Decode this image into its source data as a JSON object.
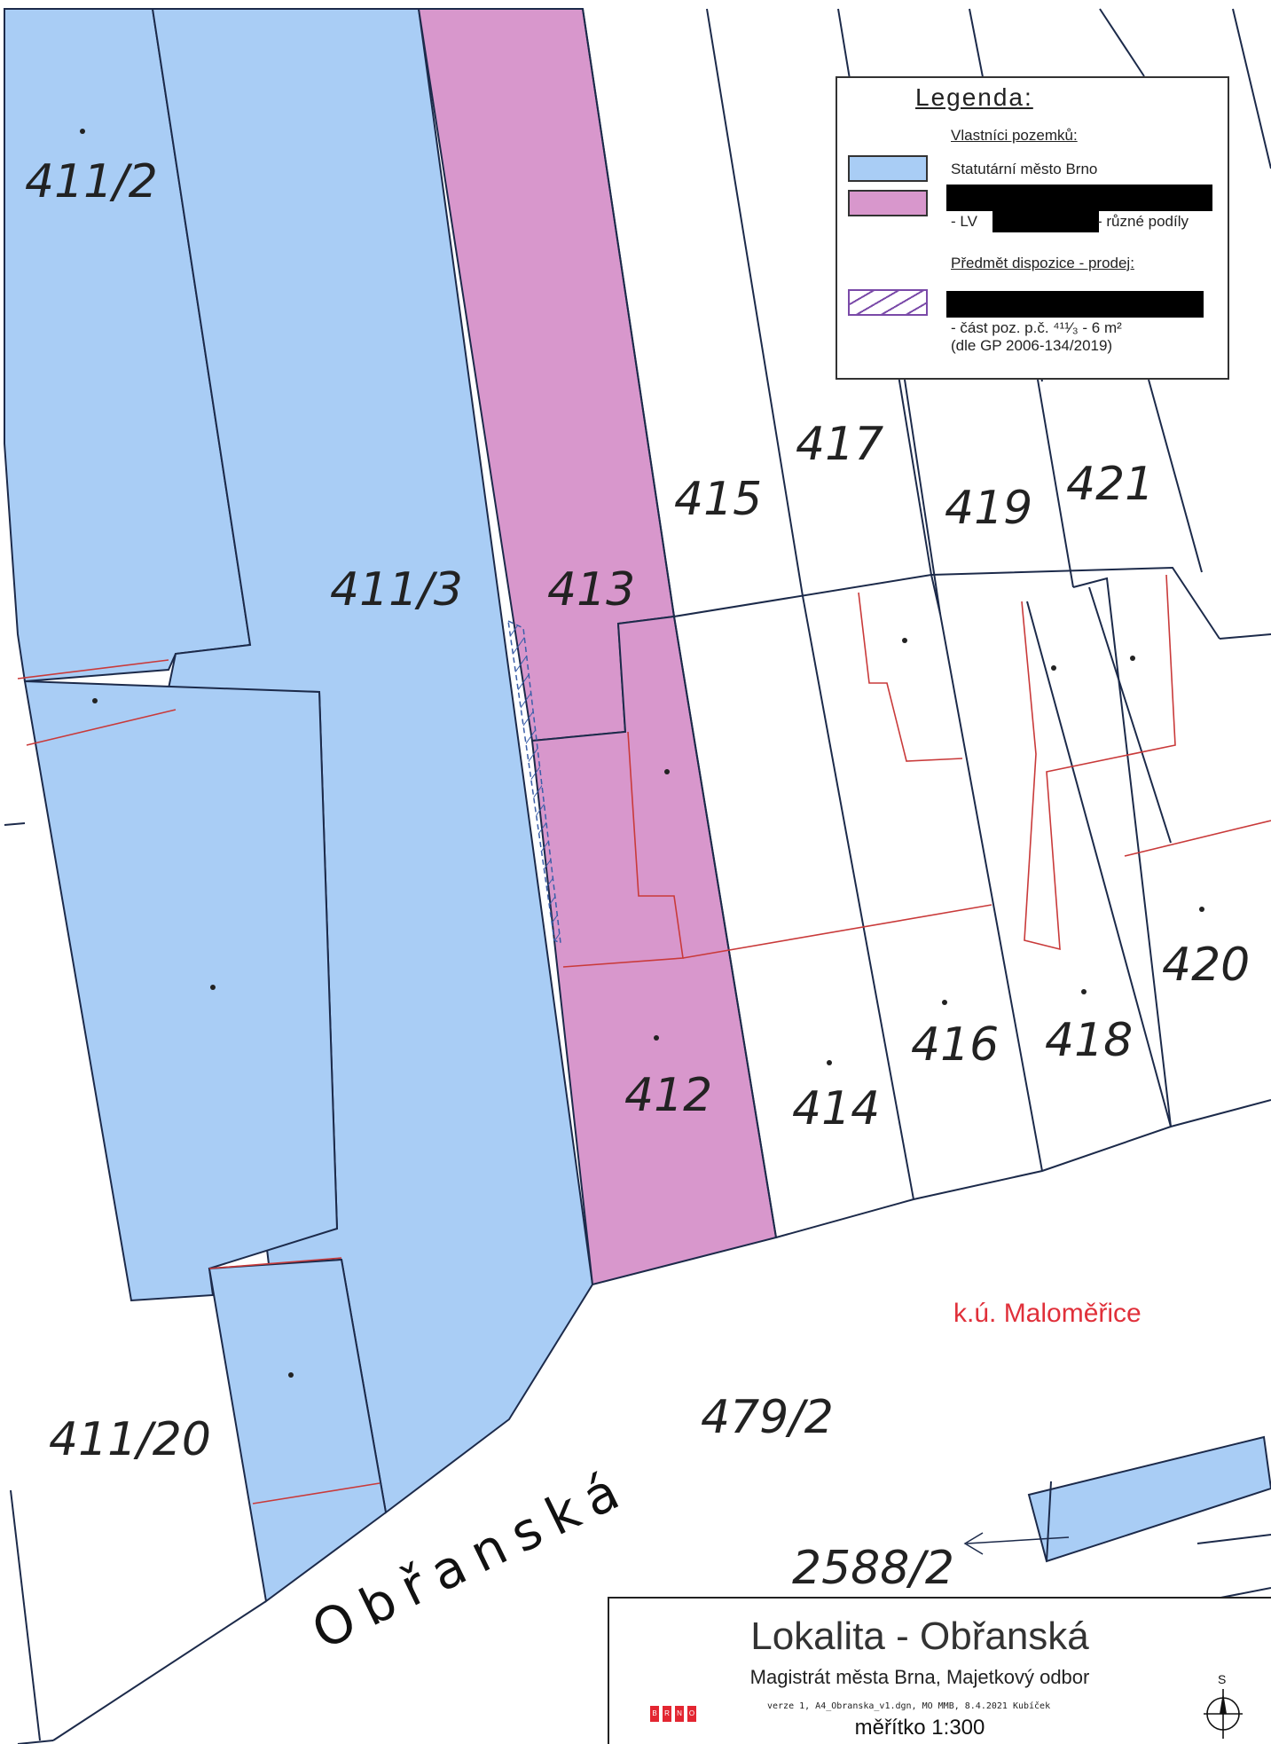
{
  "legend": {
    "title": "Legenda:",
    "owners_heading": "Vlastníci pozemků:",
    "owner1": "Statutární město Brno",
    "owner2_lv_prefix": "- LV",
    "owner2_suffix": "- různé podíly",
    "subject_heading": "Předmět dispozice - prodej:",
    "subject_line1": "- část poz. p.č. ⁴¹¹⁄₃ - 6 m²",
    "subject_line2": "(dle GP 2006-134/2019)",
    "colors": {
      "blue": "#a9cdf5",
      "magenta": "#d897cc",
      "hatch": "#7a4aa8"
    }
  },
  "parcels": {
    "p411_2": "411/2",
    "p411_3": "411/3",
    "p413": "413",
    "p415": "415",
    "p417": "417",
    "p419": "419",
    "p421": "421",
    "p412": "412",
    "p414": "414",
    "p416": "416",
    "p418": "418",
    "p420": "420",
    "p411_20": "411/20",
    "p479_2": "479/2",
    "p2588_2": "2588/2"
  },
  "street": "Obřanská",
  "cadastral_area": "k.ú. Maloměřice",
  "titleblock": {
    "title": "Lokalita - Obřanská",
    "office": "Magistrát města Brna, Majetkový odbor",
    "version": "verze 1, A4_Obranska_v1.dgn, MO MMB, 8.4.2021 Kubíček",
    "scale": "měřítko 1:300",
    "north": "S",
    "logo_letters": [
      "B",
      "R",
      "N",
      "O"
    ]
  }
}
